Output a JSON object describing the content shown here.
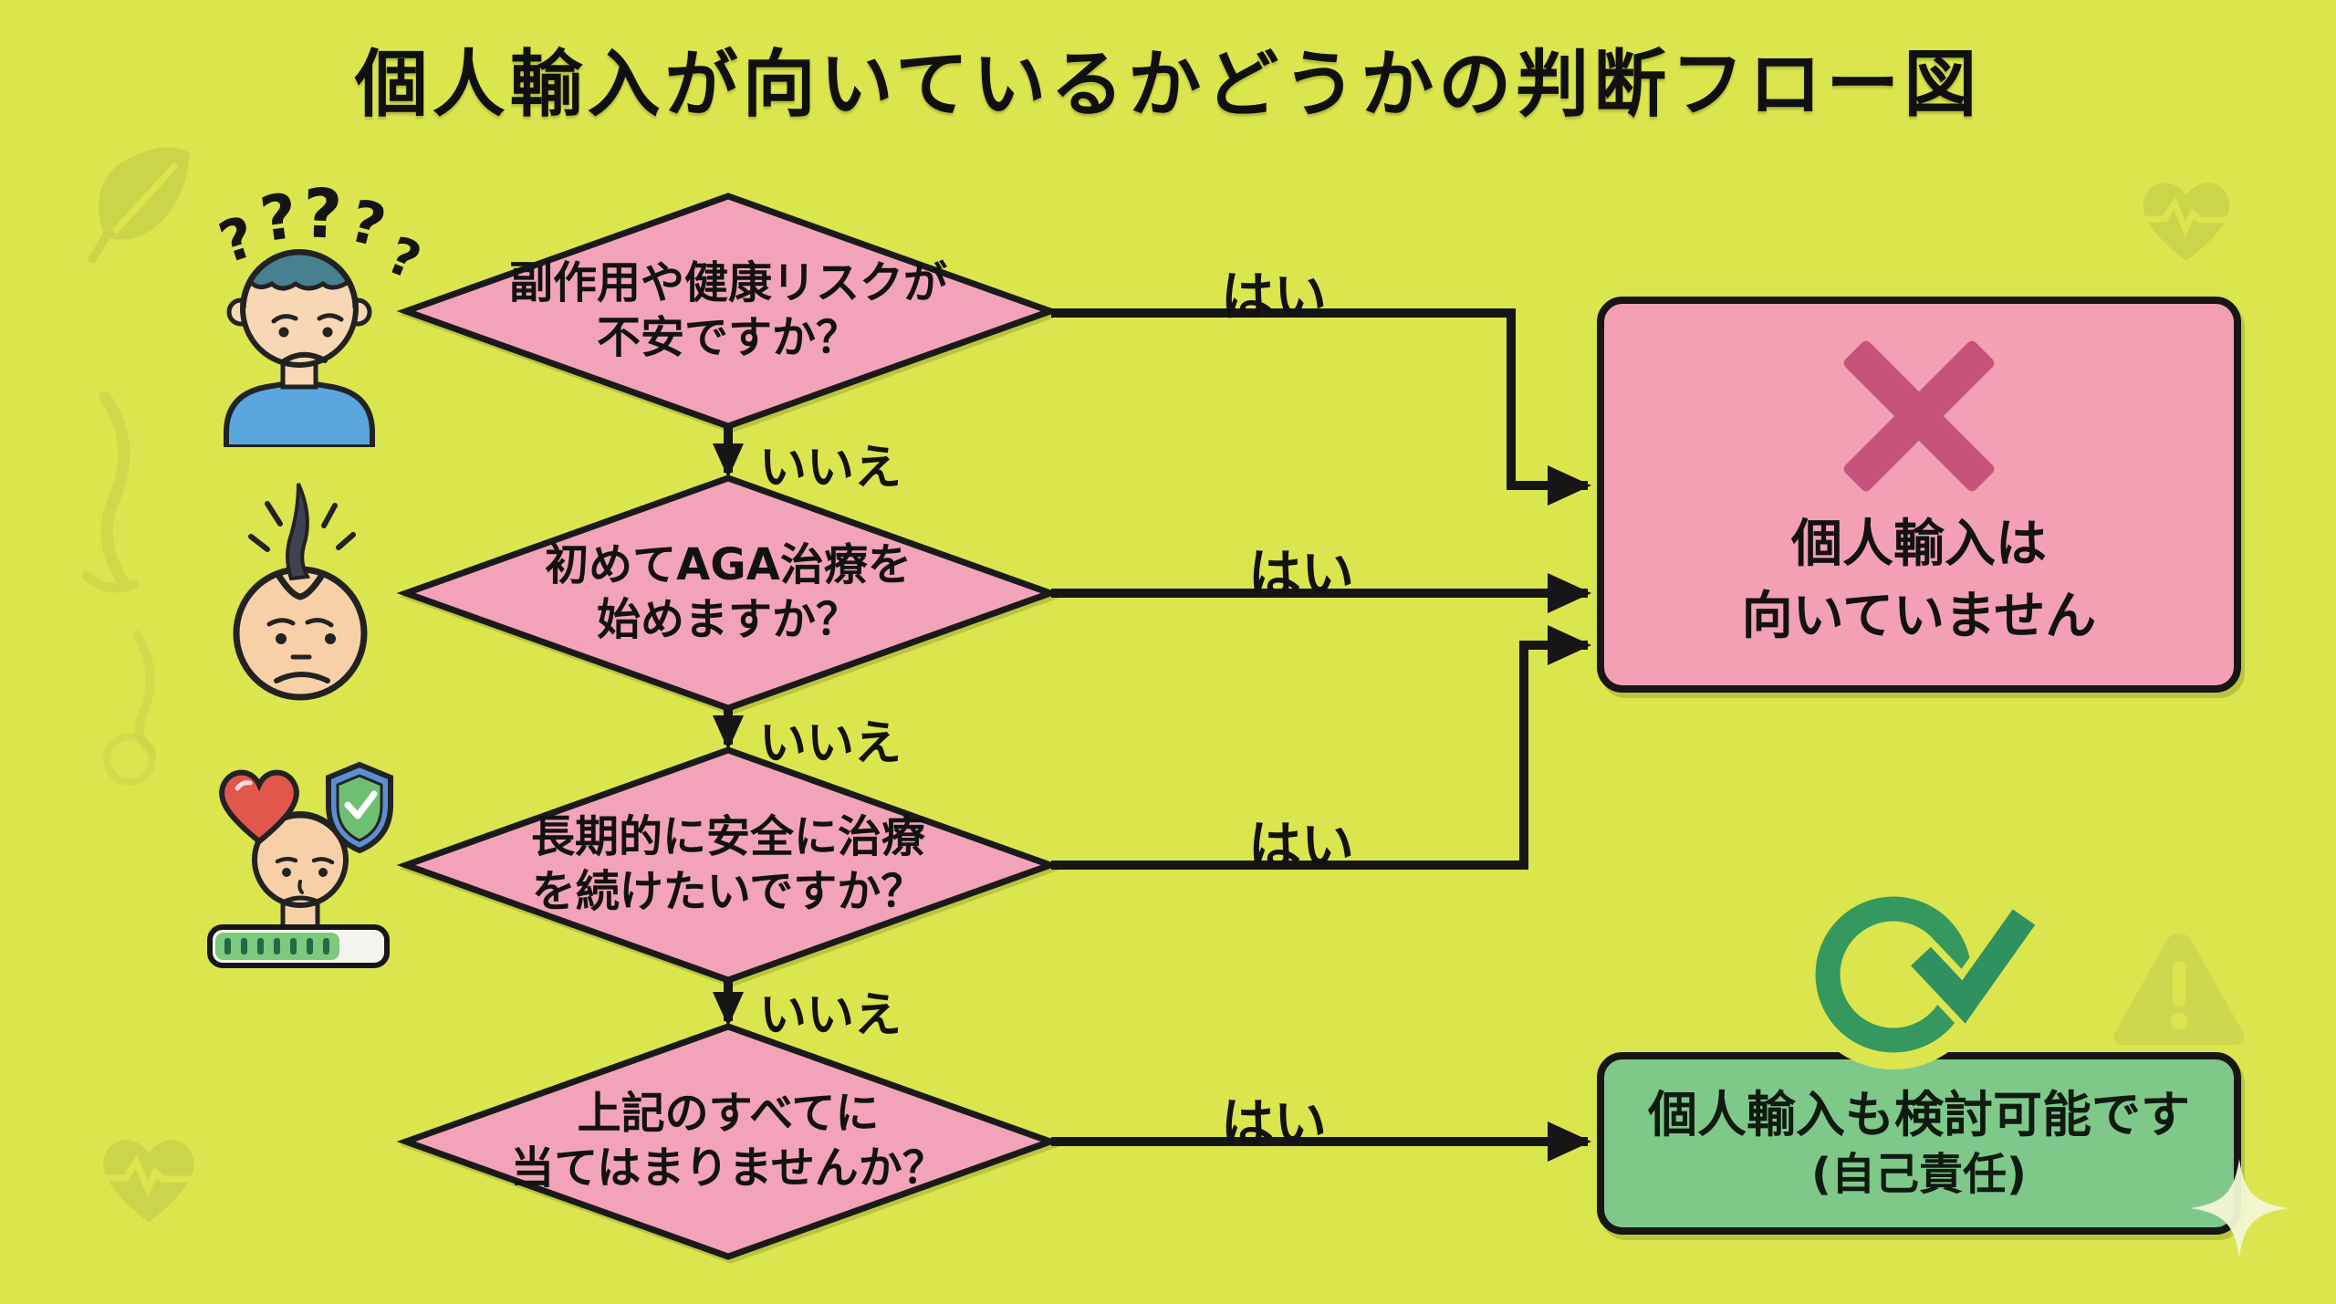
{
  "title": "個人輸入が向いているかどうかの判断フロー図",
  "colors": {
    "background": "#dbe54e",
    "watermark": "#c9d449",
    "outline": "#161616",
    "diamond_fill": "#f3a3b8",
    "reject_fill": "#f3a0b4",
    "accept_fill": "#7ec98a",
    "x_mark": "#c6537b",
    "check_green": "#34985f"
  },
  "flow": {
    "decisions": [
      {
        "line1": "副作用や健康リスクが",
        "line2": "不安ですか？"
      },
      {
        "line1": "初めてAGA治療を",
        "line2": "始めますか？"
      },
      {
        "line1": "長期的に安全に治療",
        "line2": "を続けたいですか？"
      },
      {
        "line1": "上記のすべてに",
        "line2": "当てはまりませんか？"
      }
    ],
    "yes_label": "はい",
    "no_label": "いいえ",
    "outcomes": {
      "reject": {
        "line1": "個人輸入は",
        "line2": "向いていません"
      },
      "accept": {
        "line1": "個人輸入も検討可能です",
        "line2": "(自己責任)"
      }
    }
  },
  "glyphs": {
    "question_mark": "?"
  },
  "icons": {
    "x_mark": "✕",
    "check_circle": "✓",
    "warning": "⚠",
    "sparkle": "✦",
    "leaf": "❧",
    "heart_pulse": "♥",
    "shield_check": "✓",
    "confused_person": "?",
    "hair_follicle_head": "|",
    "safe_treatment": "♥"
  }
}
